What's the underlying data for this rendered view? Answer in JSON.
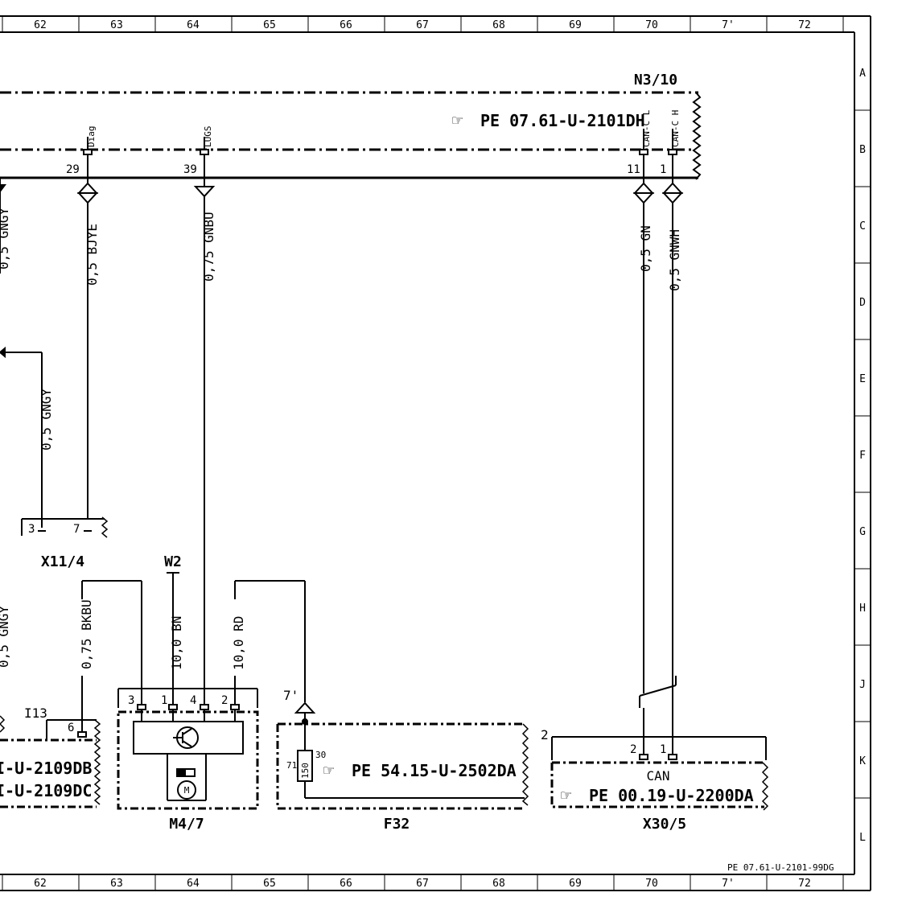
{
  "ruler": {
    "columns": [
      "62",
      "63",
      "64",
      "65",
      "66",
      "67",
      "68",
      "69",
      "70",
      "7'",
      "72"
    ],
    "rows": [
      "A",
      "B",
      "C",
      "D",
      "E",
      "F",
      "G",
      "H",
      "J",
      "K",
      "L"
    ]
  },
  "n3_10": {
    "name": "N3/10",
    "ref": "PE 07.61-U-2101DH",
    "signals": [
      {
        "label": "Diag",
        "pin": "29",
        "wire": "0,5 BJYE"
      },
      {
        "label": "LUGS",
        "pin": "39",
        "wire": "0,75 GNBU"
      },
      {
        "label": "CAN-C L",
        "pin": "11",
        "wire": "0,5 GN"
      },
      {
        "label": "CAN-C H",
        "pin": "1",
        "wire": "0,5 GNWH"
      }
    ],
    "cut_wire_1": "0,5 GNGY",
    "cut_wire_2": "0,5 GNGY"
  },
  "x11_4": {
    "name": "X11/4",
    "wire": "0,5 GNGY",
    "pin_a": "3",
    "pin_b": "7"
  },
  "i13": {
    "name": "I13",
    "pin": "6",
    "wire": "0,75 BKBU",
    "ref1": "I-U-2109DB",
    "ref2": "I-U-2109DC"
  },
  "w2": {
    "name": "W2"
  },
  "m4_7": {
    "name": "M4/7",
    "pins": [
      "3",
      "1",
      "4",
      "2"
    ],
    "wire_bn": "10,0 BN",
    "wire_rd": "10,0 RD"
  },
  "f32": {
    "name": "F32",
    "ref": "PE 54.15-U-2502DA",
    "jump": "7'",
    "fuse_no": "71",
    "fuse_rating": "150",
    "fuse_term": "30"
  },
  "x30_5": {
    "name": "X30/5",
    "ref": "PE 00.19-U-2200DA",
    "bus_label": "CAN",
    "jump": "2",
    "pins": [
      "2",
      "1"
    ]
  },
  "footer_ref": "PE 07.61-U-2101-99DG"
}
